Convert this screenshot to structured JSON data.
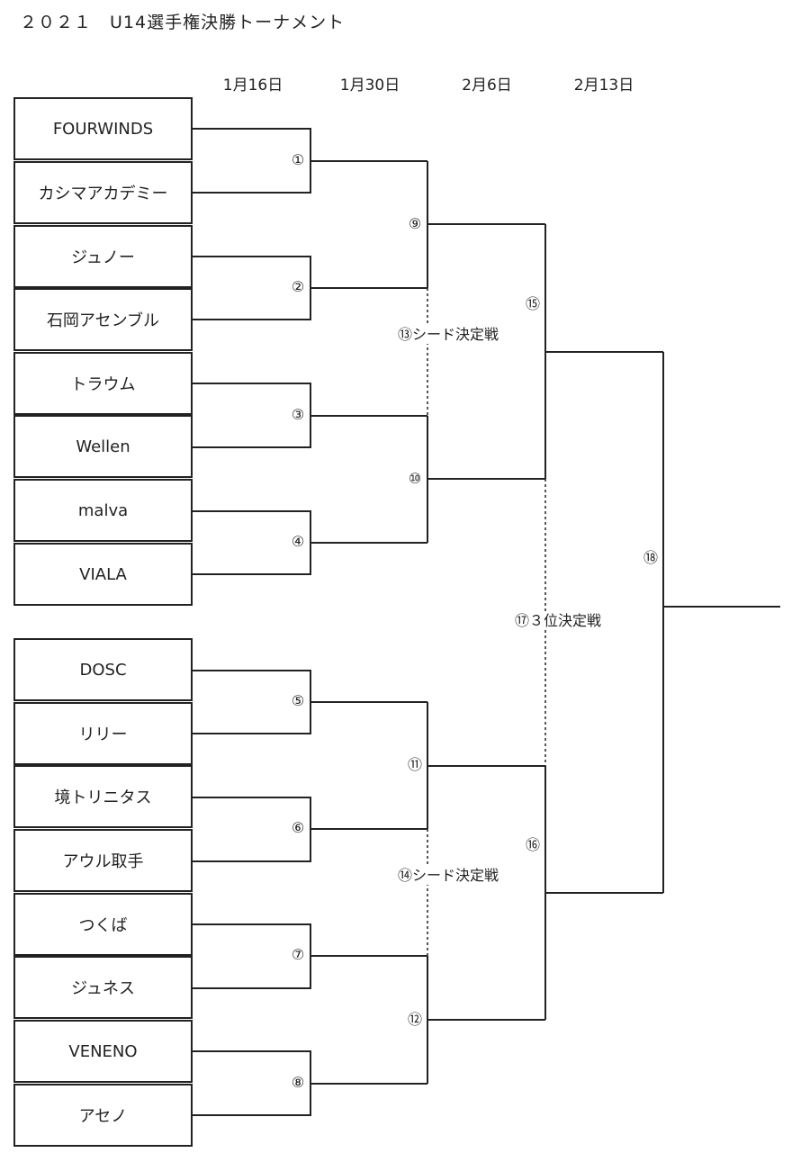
{
  "title": "２０２１　U14選手権決勝トーナメント",
  "dates": [
    "1月16日",
    "1月30日",
    "2月6日",
    "2月13日"
  ],
  "teams": [
    "FOURWINDS",
    "カシマアカデミー",
    "ジュノー",
    "石岡アセンブル",
    "トラウム",
    "Wellen",
    "malva",
    "VIALA",
    "DOSC",
    "リリー",
    "境トリニタス",
    "アウル取手",
    "つくば",
    "ジュネス",
    "VENENO",
    "アセノ"
  ],
  "matches": {
    "m1": "①",
    "m2": "②",
    "m3": "③",
    "m4": "④",
    "m5": "⑤",
    "m6": "⑥",
    "m7": "⑦",
    "m8": "⑧",
    "m9": "⑨",
    "m10": "⑩",
    "m11": "⑪",
    "m12": "⑫",
    "m15": "⑮",
    "m16": "⑯",
    "m18": "⑱"
  },
  "special_matches": {
    "m13": "⑬シード決定戦",
    "m14": "⑭シード決定戦",
    "m17": "⑰３位決定戦"
  }
}
